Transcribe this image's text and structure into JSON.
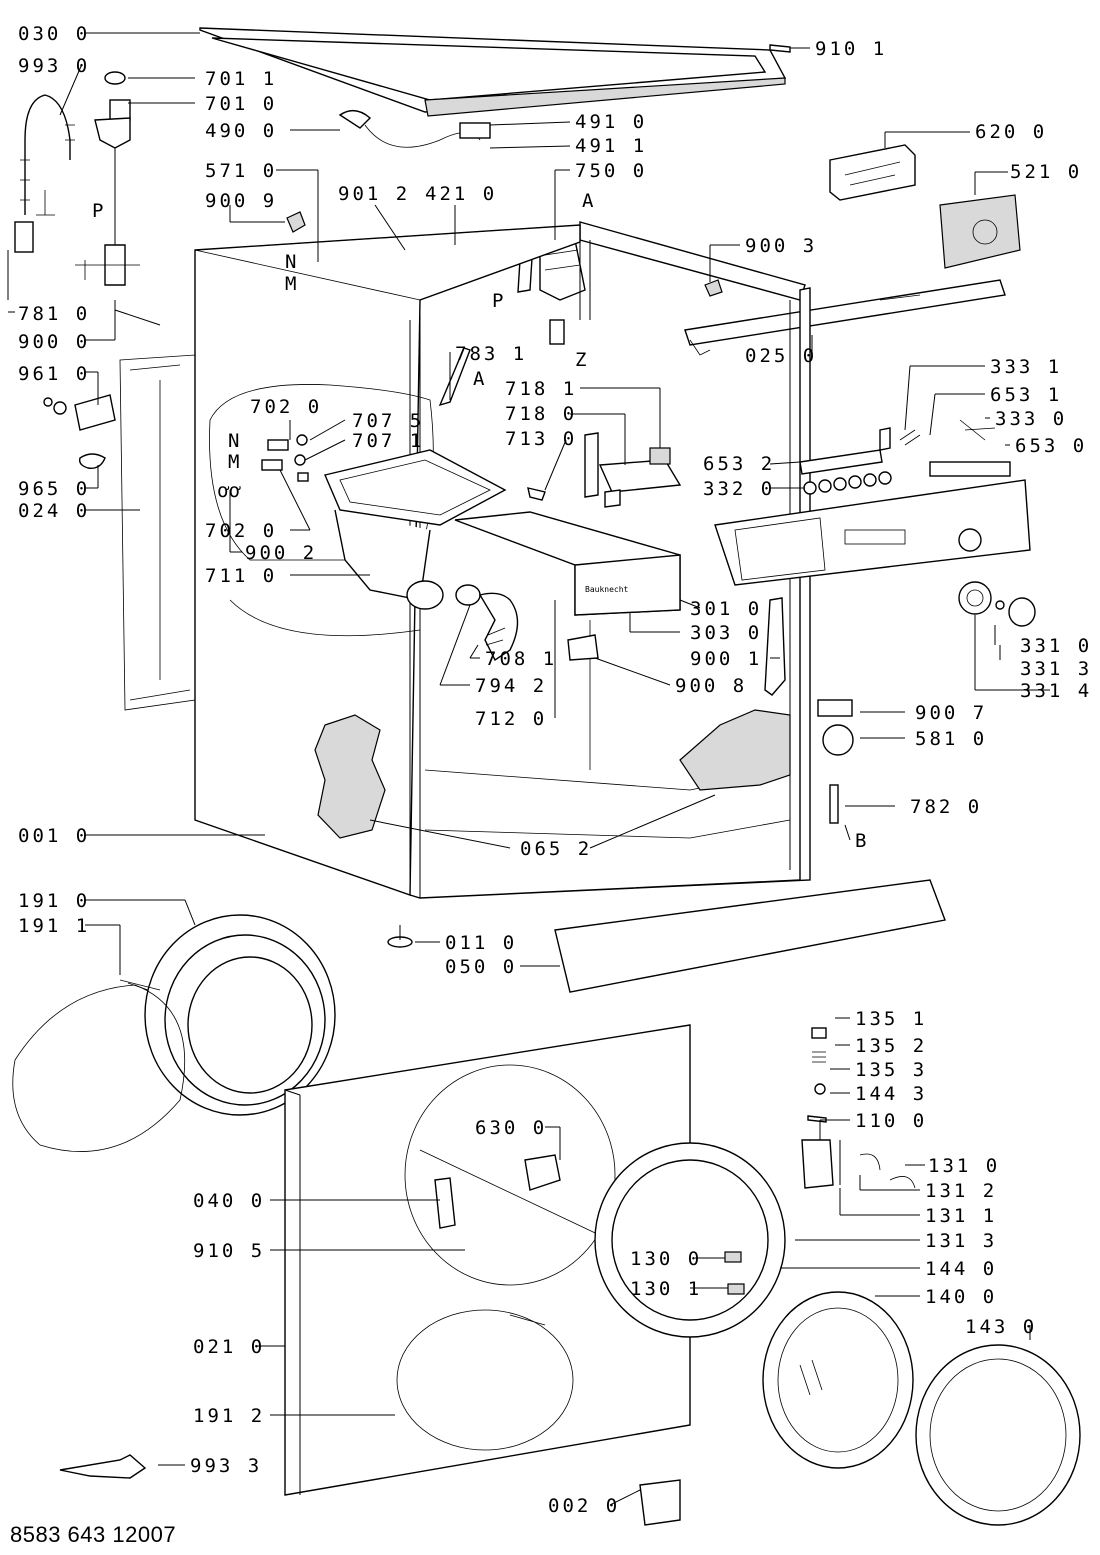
{
  "document_number": "8583 643 12007",
  "callouts": [
    {
      "id": "030 0"
    },
    {
      "id": "993 0"
    },
    {
      "id": "701 1"
    },
    {
      "id": "701 0"
    },
    {
      "id": "490 0"
    },
    {
      "id": "491 0"
    },
    {
      "id": "491 1"
    },
    {
      "id": "910 1"
    },
    {
      "id": "620 0"
    },
    {
      "id": "571 0"
    },
    {
      "id": "750 0"
    },
    {
      "id": "521 0"
    },
    {
      "id": "901 2"
    },
    {
      "id": "421 0"
    },
    {
      "id": "900 9"
    },
    {
      "id": "900 3"
    },
    {
      "id": "781 0"
    },
    {
      "id": "900 0"
    },
    {
      "id": "025 0"
    },
    {
      "id": "783 1"
    },
    {
      "id": "333 1"
    },
    {
      "id": "961 0"
    },
    {
      "id": "718 1"
    },
    {
      "id": "653 1"
    },
    {
      "id": "702 0"
    },
    {
      "id": "707 5"
    },
    {
      "id": "718 0"
    },
    {
      "id": "333 0"
    },
    {
      "id": "707 1"
    },
    {
      "id": "713 0"
    },
    {
      "id": "653 0"
    },
    {
      "id": "653 2"
    },
    {
      "id": "965 0"
    },
    {
      "id": "332 0"
    },
    {
      "id": "024 0"
    },
    {
      "id": "702 0"
    },
    {
      "id": "900 2"
    },
    {
      "id": "711 0"
    },
    {
      "id": "301 0"
    },
    {
      "id": "331 0"
    },
    {
      "id": "303 0"
    },
    {
      "id": "331 3"
    },
    {
      "id": "708 1"
    },
    {
      "id": "900 1"
    },
    {
      "id": "331 4"
    },
    {
      "id": "794 2"
    },
    {
      "id": "900 8"
    },
    {
      "id": "712 0"
    },
    {
      "id": "900 7"
    },
    {
      "id": "581 0"
    },
    {
      "id": "782 0"
    },
    {
      "id": "001 0"
    },
    {
      "id": "065 2"
    },
    {
      "id": "191 0"
    },
    {
      "id": "191 1"
    },
    {
      "id": "011 0"
    },
    {
      "id": "050 0"
    },
    {
      "id": "135 1"
    },
    {
      "id": "135 2"
    },
    {
      "id": "135 3"
    },
    {
      "id": "144 3"
    },
    {
      "id": "110 0"
    },
    {
      "id": "630 0"
    },
    {
      "id": "131 0"
    },
    {
      "id": "040 0"
    },
    {
      "id": "131 2"
    },
    {
      "id": "131 1"
    },
    {
      "id": "910 5"
    },
    {
      "id": "130 0"
    },
    {
      "id": "131 3"
    },
    {
      "id": "130 1"
    },
    {
      "id": "144 0"
    },
    {
      "id": "140 0"
    },
    {
      "id": "021 0"
    },
    {
      "id": "143 0"
    },
    {
      "id": "191 2"
    },
    {
      "id": "993 3"
    },
    {
      "id": "002 0"
    }
  ],
  "reference_letters": {
    "p_left": "P",
    "n_left": "N",
    "m_left": "M",
    "a_top": "A",
    "p_mid": "P",
    "z": "Z",
    "a_mid": "A",
    "n_mid": "N",
    "m_mid": "M",
    "b": "B",
    "valve_symbol": "ơơ"
  },
  "panel_brand": "Bauknecht"
}
